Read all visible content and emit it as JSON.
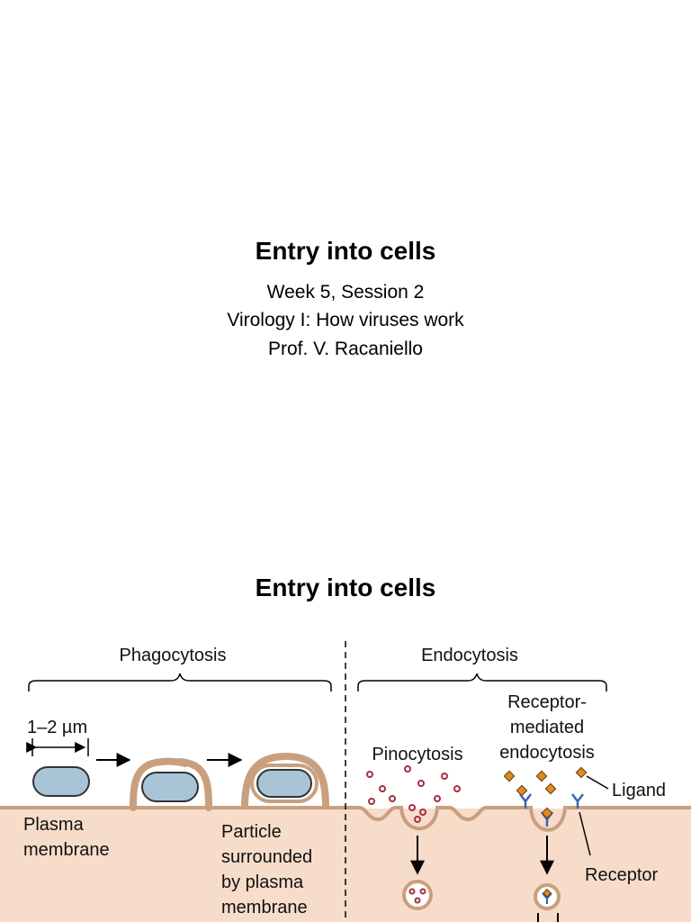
{
  "slide1": {
    "title": "Entry into cells",
    "lines": [
      "Week 5, Session 2",
      "Virology I: How viruses work",
      "Prof. V. Racaniello"
    ]
  },
  "slide2": {
    "title": "Entry into cells",
    "diagram": {
      "phagocytosis": "Phagocytosis",
      "endocytosis": "Endocytosis",
      "size": "1–2 µm",
      "plasma": "Plasma",
      "membrane": "membrane",
      "particle1": "Particle",
      "particle2": "surrounded",
      "particle3": "by plasma",
      "particle4": "membrane",
      "pinocytosis": "Pinocytosis",
      "rme1": "Receptor-",
      "rme2": "mediated",
      "rme3": "endocytosis",
      "ligand": "Ligand",
      "receptor": "Receptor"
    },
    "colors": {
      "cytoplasm": "#f7dcc9",
      "membrane": "#c9a07f",
      "particle": "#a9c4d6",
      "dots": "#a43040",
      "ligand": "#e08a1e",
      "receptor": "#3d64b4"
    }
  }
}
